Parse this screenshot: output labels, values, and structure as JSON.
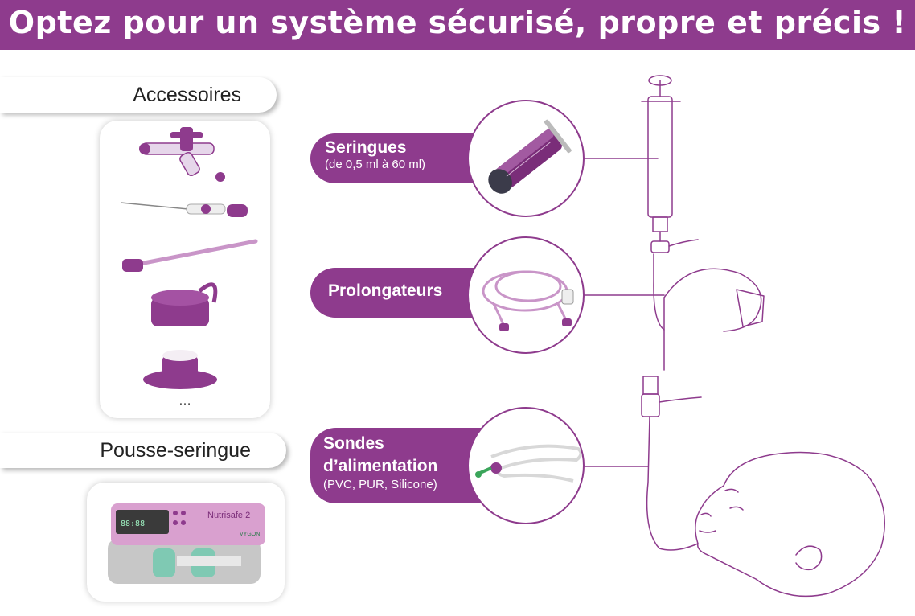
{
  "title": "Optez pour un système sécurisé, propre et précis !",
  "sections": {
    "accessories": {
      "label": "Accessoires",
      "more": "…"
    },
    "pump": {
      "label": "Pousse-seringue",
      "device_brand": "Nutrisafe 2",
      "device_maker": "VYGON"
    }
  },
  "products": [
    {
      "name": "Seringues",
      "detail": "(de 0,5 ml à 60 ml)"
    },
    {
      "name": "Prolongateurs",
      "detail": ""
    },
    {
      "name": "Sondes d’alimentation",
      "detail": "(PVC, PUR, Silicone)"
    }
  ],
  "colors": {
    "brand": "#8e3b8d",
    "pump_green": "#7fc9b3",
    "pump_pink": "#d9a0cf"
  },
  "icons": [
    "three-way-stopcock-icon",
    "catheter-needle-icon",
    "extension-line-icon",
    "bottle-cap-icon",
    "bottle-adapter-icon",
    "syringe-icon",
    "tubing-icon",
    "feeding-tube-icon",
    "syringe-pump-icon",
    "baby-illustration-icon"
  ]
}
